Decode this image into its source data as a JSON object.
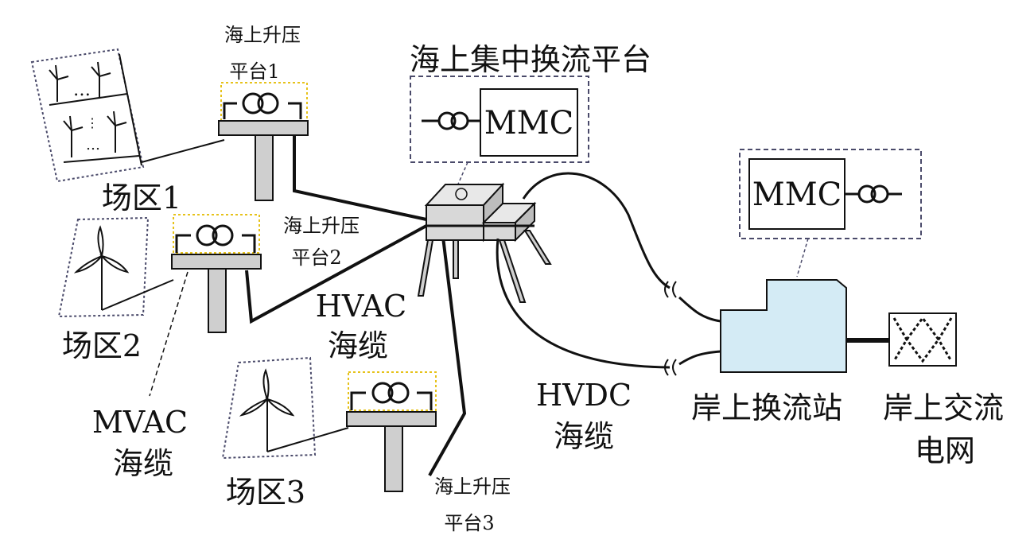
{
  "labels": {
    "central_platform": "海上集中换流平台",
    "central_mmc": "MMC",
    "onshore_mmc": "MMC",
    "booster1": [
      "海上升压",
      "平台1"
    ],
    "booster2": [
      "海上升压",
      "平台2"
    ],
    "booster3": [
      "海上升压",
      "平台3"
    ],
    "zone1": "场区1",
    "zone2": "场区2",
    "zone3": "场区3",
    "hvac": [
      "HVAC",
      "海缆"
    ],
    "mvac": [
      "MVAC",
      "海缆"
    ],
    "hvdc": [
      "HVDC",
      "海缆"
    ],
    "onshore_station": "岸上换流站",
    "onshore_grid": [
      "岸上交流",
      "电网"
    ]
  },
  "colors": {
    "dashed_box": "#4a4a6a",
    "booster_highlight": "#e6c21a",
    "platform_fill": "#cfcfcf",
    "station_fill": "#d4ebf5",
    "line": "#111111"
  }
}
